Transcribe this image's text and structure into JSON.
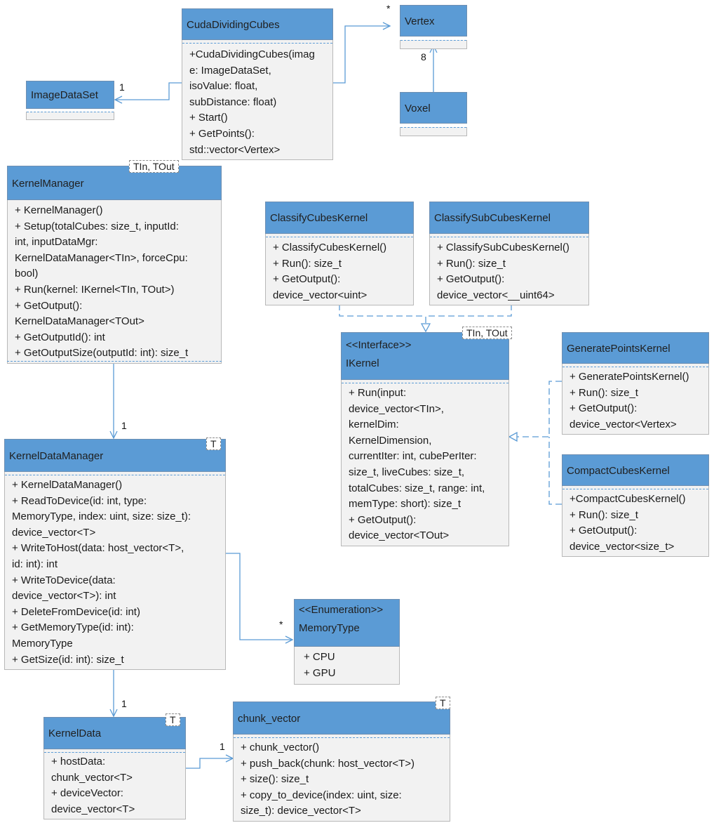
{
  "classes": {
    "cuda_dividing_cubes": {
      "name": "CudaDividingCubes",
      "members": [
        "+CudaDividingCubes(imag",
        "e: ImageDataSet,",
        "isoValue: float,",
        "subDistance: float)",
        "+ Start()",
        "+ GetPoints():",
        "std::vector<Vertex>"
      ]
    },
    "vertex": {
      "name": "Vertex",
      "members": []
    },
    "voxel": {
      "name": "Voxel",
      "members": []
    },
    "image_data_set": {
      "name": "ImageDataSet",
      "members": []
    },
    "kernel_manager": {
      "name": "KernelManager",
      "template": "TIn, TOut",
      "members": [
        "+ KernelManager()",
        "+ Setup(totalCubes: size_t, inputId:",
        "int, inputDataMgr:",
        "KernelDataManager<TIn>, forceCpu:",
        "bool)",
        "+ Run(kernel: IKernel<TIn, TOut>)",
        "+ GetOutput():",
        "KernelDataManager<TOut>",
        "+ GetOutputId(): int",
        "+ GetOutputSize(outputId: int): size_t"
      ]
    },
    "classify_cubes_kernel": {
      "name": "ClassifyCubesKernel",
      "members": [
        "+ ClassifyCubesKernel()",
        "+ Run(): size_t",
        "+ GetOutput():",
        "device_vector<uint>"
      ]
    },
    "classify_sub_cubes_kernel": {
      "name": "ClassifySubCubesKernel",
      "members": [
        "+ ClassifySubCubesKernel()",
        "+ Run(): size_t",
        "+ GetOutput():",
        "device_vector<__uint64>"
      ]
    },
    "ikernel": {
      "stereotype": "<<Interface>>",
      "name": "IKernel",
      "template": "TIn, TOut",
      "members": [
        "+ Run(input:",
        "device_vector<TIn>,",
        "kernelDim:",
        "KernelDimension,",
        "currentIter: int, cubePerIter:",
        "size_t, liveCubes: size_t,",
        "totalCubes: size_t, range: int,",
        "memType: short): size_t",
        "+ GetOutput():",
        "device_vector<TOut>"
      ]
    },
    "generate_points_kernel": {
      "name": "GeneratePointsKernel",
      "members": [
        "+ GeneratePointsKernel()",
        "+ Run(): size_t",
        "+ GetOutput():",
        "device_vector<Vertex>"
      ]
    },
    "compact_cubes_kernel": {
      "name": "CompactCubesKernel",
      "members": [
        "+CompactCubesKernel()",
        "+ Run(): size_t",
        "+ GetOutput():",
        "device_vector<size_t>"
      ]
    },
    "kernel_data_manager": {
      "name": "KernelDataManager",
      "template": "T",
      "members": [
        "+ KernelDataManager()",
        "+ ReadToDevice(id: int, type:",
        "MemoryType, index: uint, size: size_t):",
        "device_vector<T>",
        "+ WriteToHost(data: host_vector<T>,",
        "id: int): int",
        "+ WriteToDevice(data:",
        "device_vector<T>): int",
        "+ DeleteFromDevice(id: int)",
        "+ GetMemoryType(id: int):",
        "MemoryType",
        "+ GetSize(id: int): size_t"
      ]
    },
    "memory_type": {
      "stereotype": "<<Enumeration>>",
      "name": "MemoryType",
      "members": [
        "+ CPU",
        "+ GPU"
      ]
    },
    "kernel_data": {
      "name": "KernelData",
      "template": "T",
      "members": [
        "+ hostData:",
        "chunk_vector<T>",
        "+ deviceVector:",
        "device_vector<T>"
      ]
    },
    "chunk_vector": {
      "name": "chunk_vector",
      "template": "T",
      "members": [
        "+ chunk_vector()",
        "+ push_back(chunk: host_vector<T>)",
        "+ size(): size_t",
        "+ copy_to_device(index: uint, size:",
        "size_t): device_vector<T>"
      ]
    }
  },
  "multiplicities": {
    "cuda_to_vertex": "*",
    "voxel_to_vertex": "8",
    "cuda_to_image": "1",
    "manager_to_datamanager": "1",
    "datamanager_to_memorytype": "*",
    "datamanager_to_kerneldata": "1",
    "kerneldata_to_chunk": "1"
  },
  "colors": {
    "header": "#5b9bd5",
    "body": "#f2f2f2",
    "line": "#5b9bd5"
  }
}
